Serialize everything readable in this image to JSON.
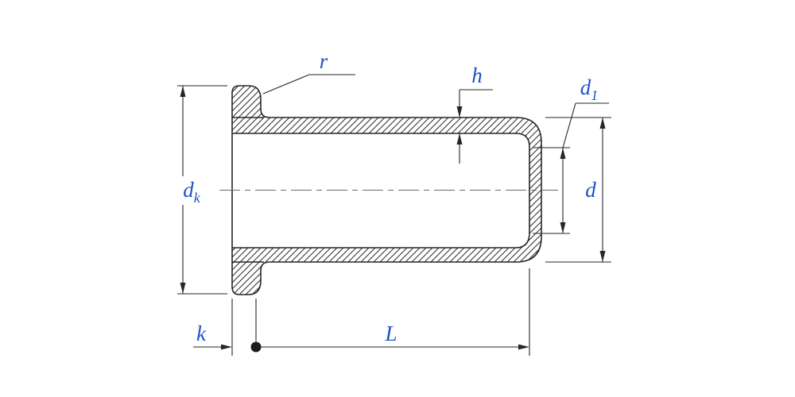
{
  "diagram": {
    "type": "technical-drawing",
    "subject": "flat-flange tubular rivet cross-section with dimension callouts",
    "colors": {
      "line": "#262626",
      "label": "#2050c8",
      "centerline": "#6a6a6a",
      "background": "#ffffff"
    }
  },
  "labels": {
    "r": "r",
    "h": "h",
    "d1": {
      "base": "d",
      "sub": "1"
    },
    "d": "d",
    "dk": {
      "base": "d",
      "sub": "k"
    },
    "k": "k",
    "L": "L"
  }
}
